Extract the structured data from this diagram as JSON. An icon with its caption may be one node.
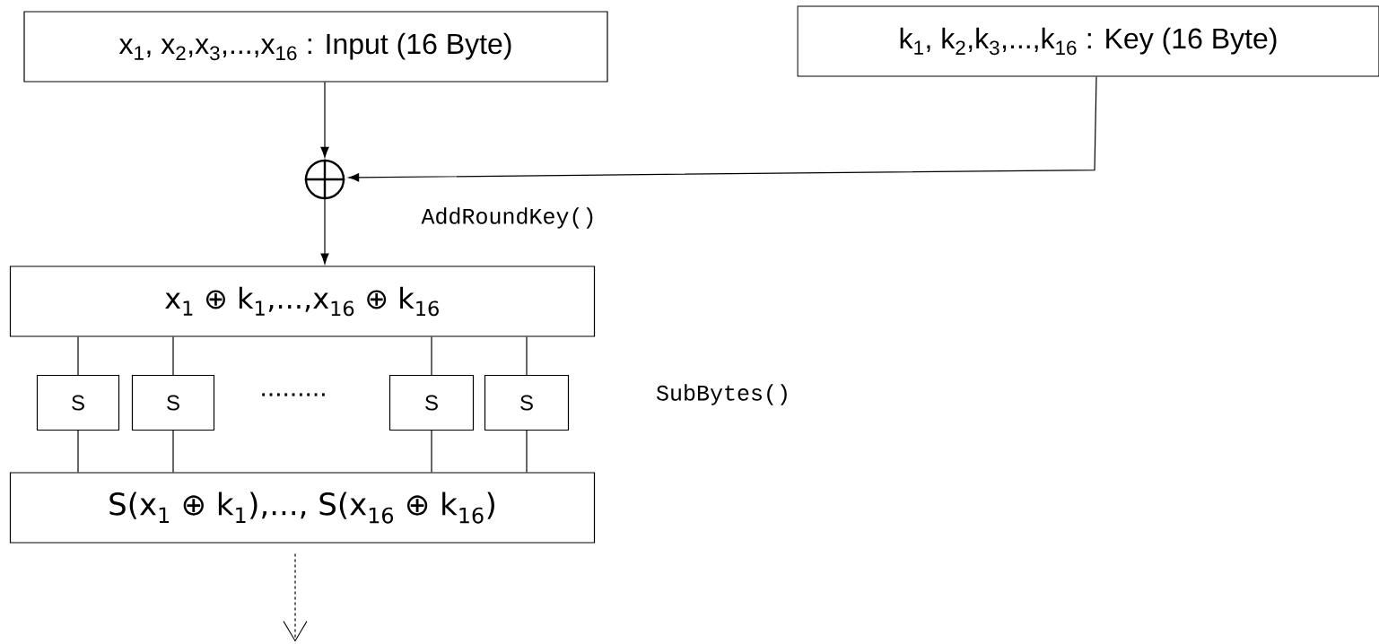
{
  "diagram": {
    "nodes": [
      {
        "text": [
          "x$_{1}$, x$_{2}$,x$_{3}$,...,x$_{16}$ : Input (16 Byte)"
        ]
      },
      {
        "text": [
          "k$_{1}$, k$_{2}$,k$_{3}$,...,k$_{16}$ : Key (16 Byte)"
        ]
      },
      {
        "text": [],
        "shape": "circle"
      },
      {
        "text": [
          "x$_{1}$ ⊕ k$_{1}$,...,x$_{16}$ ⊕ k$_{16}$"
        ]
      },
      {
        "text": [
          "S"
        ]
      },
      {
        "text": [
          "S"
        ]
      },
      {
        "text": [
          "S"
        ]
      },
      {
        "text": [
          "S"
        ]
      },
      {
        "text": [
          "S(x$_{1}$ ⊕ k$_{1}$),..., S(x$_{16}$ ⊕ k$_{16}$)"
        ]
      }
    ],
    "edges": [
      {
        "from": 0,
        "to": 2,
        "arrow": "to"
      },
      {
        "from": 1,
        "to": 2,
        "arrow": "to"
      },
      {
        "from": 2,
        "to": 3,
        "arrow": "to"
      },
      {
        "from": 3,
        "to": 4,
        "arrow": "none"
      },
      {
        "from": 3,
        "to": 5,
        "arrow": "none"
      },
      {
        "from": 3,
        "to": 6,
        "arrow": "none"
      },
      {
        "from": 3,
        "to": 7,
        "arrow": "none"
      },
      {
        "from": 4,
        "to": 8,
        "arrow": "none"
      },
      {
        "from": 5,
        "to": 8,
        "arrow": "none"
      },
      {
        "from": 6,
        "to": 8,
        "arrow": "none"
      },
      {
        "from": 7,
        "to": 8,
        "arrow": "none"
      },
      {
        "from": 8,
        "to": null,
        "arrow": "to",
        "style": "dashed"
      }
    ],
    "labels": [
      "AddRoundKey()",
      ".........",
      "SubBytes()"
    ]
  }
}
